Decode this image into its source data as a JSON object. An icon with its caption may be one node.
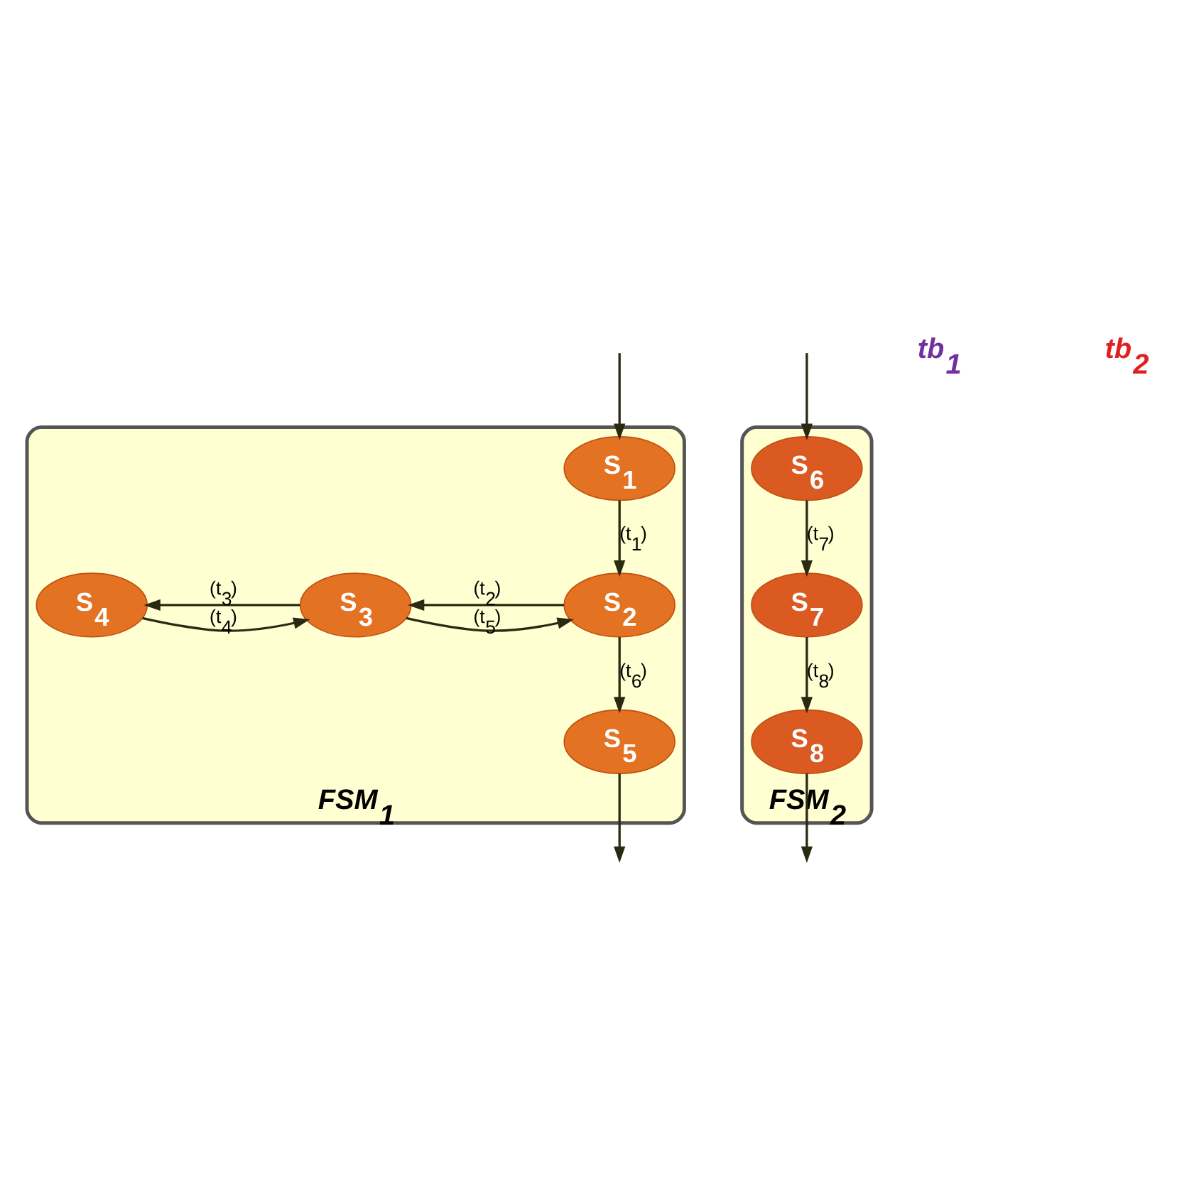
{
  "diagram": {
    "nodes": [
      {
        "text": [
          "FSM$_{1}$"
        ]
      },
      {
        "text": [
          "S$_{1}$"
        ],
        "in": 0
      },
      {
        "text": [
          "S$_{4}$"
        ],
        "in": 0
      },
      {
        "text": [
          "S$_{3}$"
        ],
        "in": 0
      },
      {
        "text": [
          "S$_{2}$"
        ],
        "in": 0
      },
      {
        "text": [
          "S$_{5}$"
        ],
        "in": 0
      },
      {
        "text": [
          "FSM$_{2}$"
        ]
      },
      {
        "text": [
          "S$_{6}$"
        ],
        "in": 6
      },
      {
        "text": [
          "S$_{7}$"
        ],
        "in": 6
      },
      {
        "text": [
          "S$_{8}$"
        ],
        "in": 6
      }
    ],
    "edges": [
      {
        "from": null,
        "to": 1,
        "arrow": "to"
      },
      {
        "from": 1,
        "to": 4,
        "arrow": "to",
        "label": "(t$_{1}$)"
      },
      {
        "from": 4,
        "to": 3,
        "arrow": "to",
        "label": "(t$_{2}$)"
      },
      {
        "from": 3,
        "to": 2,
        "arrow": "to",
        "label": "(t$_{3}$)"
      },
      {
        "from": 2,
        "to": 3,
        "arrow": "to",
        "label": "(t$_{4}$)"
      },
      {
        "from": 3,
        "to": 4,
        "arrow": "to",
        "label": "(t$_{5}$)"
      },
      {
        "from": 4,
        "to": 5,
        "arrow": "to",
        "label": "(t$_{6}$)"
      },
      {
        "from": 5,
        "to": null,
        "arrow": "to"
      },
      {
        "from": null,
        "to": 7,
        "arrow": "to"
      },
      {
        "from": 7,
        "to": 8,
        "arrow": "to",
        "label": "(t$_{7}$)"
      },
      {
        "from": 8,
        "to": 9,
        "arrow": "to",
        "label": "(t$_{8}$)"
      },
      {
        "from": 9,
        "to": null,
        "arrow": "to"
      }
    ],
    "labels": [
      "tb$_{1}$",
      "tb$_{2}$"
    ]
  }
}
